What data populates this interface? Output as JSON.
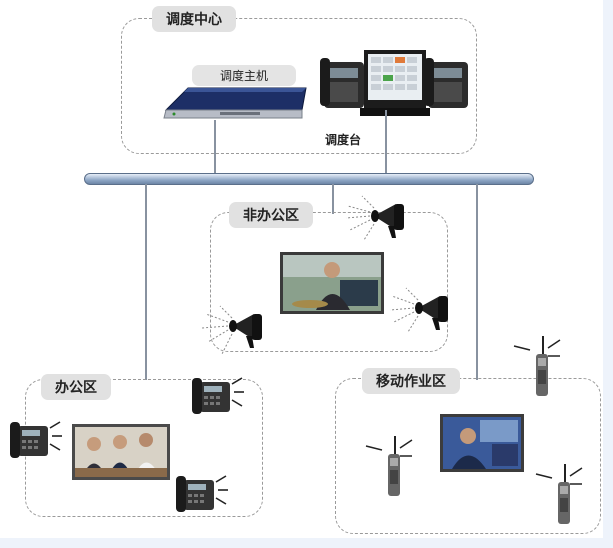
{
  "dispatch_center": {
    "zone_label": "调度中心",
    "server_label": "调度主机",
    "console_label": "调度台"
  },
  "non_office_zone": {
    "zone_label": "非办公区"
  },
  "office_zone": {
    "zone_label": "办公区"
  },
  "mobile_zone": {
    "zone_label": "移动作业区"
  }
}
